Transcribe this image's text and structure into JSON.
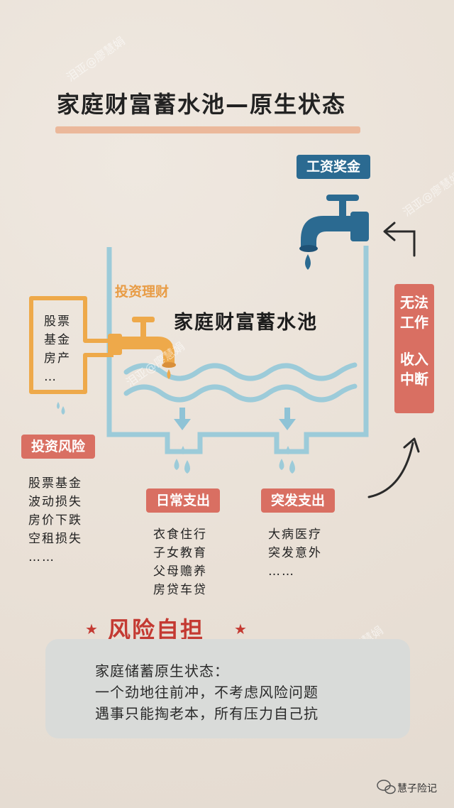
{
  "title": "家庭财富蓄水池—原生状态",
  "watermark": "泪亚@廖慧娟",
  "pool_label": "家庭财富蓄水池",
  "salary_tag": "工资奖金",
  "invest_label": "投资理财",
  "invest_assets": [
    "股票",
    "基金",
    "房产",
    "…"
  ],
  "invest_risk_tag": "投资风险",
  "invest_risk_items": [
    "股票基金",
    "波动损失",
    "房价下跌",
    "空租损失",
    "……"
  ],
  "daily_tag": "日常支出",
  "daily_items": [
    "衣食住行",
    "子女教育",
    "父母赡养",
    "房贷车贷"
  ],
  "sudden_tag": "突发支出",
  "sudden_items": [
    "大病医疗",
    "突发意外",
    "……"
  ],
  "income_stop": {
    "line1": "无法",
    "line2": "工作",
    "line3": "收入",
    "line4": "中断"
  },
  "risk_title": "风险自担",
  "risk_box": [
    "家庭储蓄原生状态：",
    "一个劲地往前冲，不考虑风险问题",
    "遇事只能掏老本，所有压力自己抗"
  ],
  "footer": "慧子险记",
  "colors": {
    "pipe": "#9ccbd9",
    "faucet_blue": "#2b6a91",
    "faucet_orange": "#eea94a",
    "tag_red": "#d96f62",
    "risk_red": "#c43a32"
  }
}
